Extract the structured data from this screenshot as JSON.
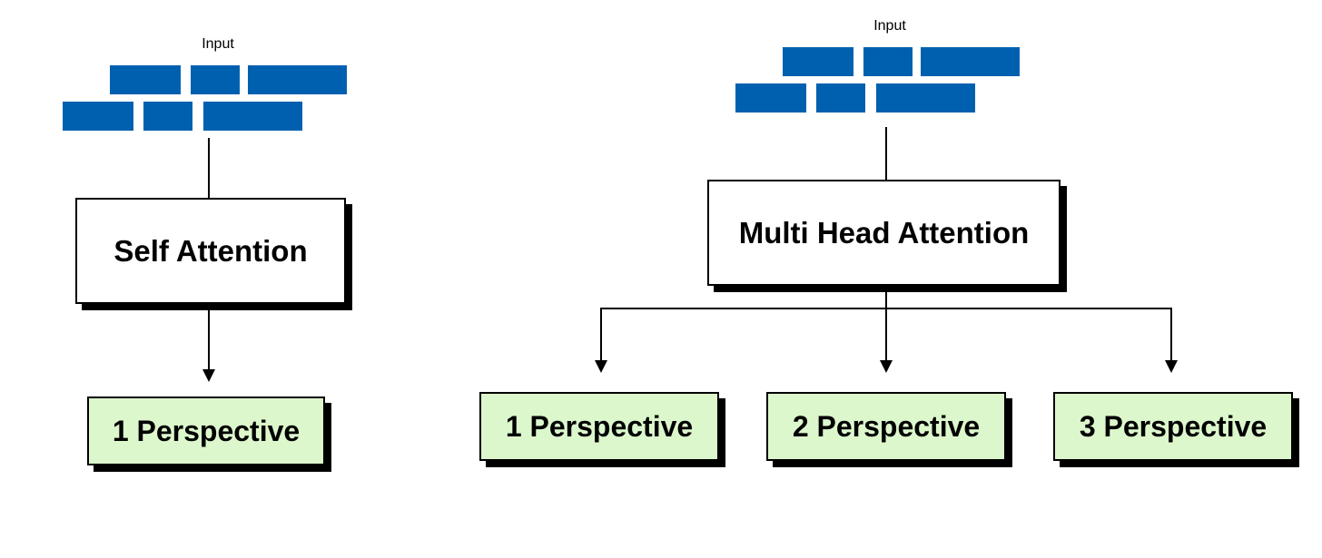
{
  "left": {
    "input_label": "Input",
    "attention_label": "Self Attention",
    "outputs": [
      "1 Perspective"
    ]
  },
  "right": {
    "input_label": "Input",
    "attention_label": "Multi Head Attention",
    "outputs": [
      "1 Perspective",
      "2 Perspective",
      "3 Perspective"
    ]
  },
  "colors": {
    "token": "#0060b0",
    "perspective_fill": "#dcf7cc",
    "attention_fill": "#ffffff"
  }
}
